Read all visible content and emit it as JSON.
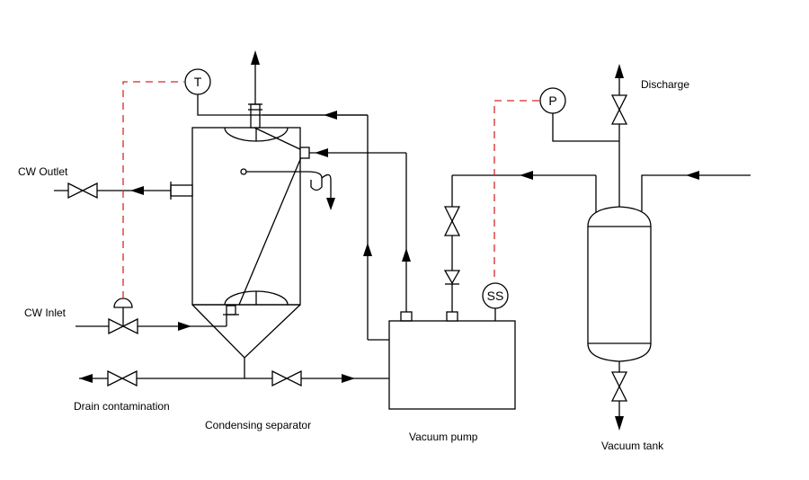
{
  "labels": {
    "cw_outlet": "CW Outlet",
    "cw_inlet": "CW Inlet",
    "drain": "Drain contamination",
    "condensing_separator": "Condensing separator",
    "vacuum_pump": "Vacuum pump",
    "vacuum_tank": "Vacuum tank",
    "discharge": "Discharge"
  },
  "instruments": {
    "temperature": "T",
    "pressure": "P",
    "speed_switch": "SS"
  },
  "colors": {
    "line": "#000000",
    "signal": "#d42a2a",
    "background": "#ffffff"
  }
}
